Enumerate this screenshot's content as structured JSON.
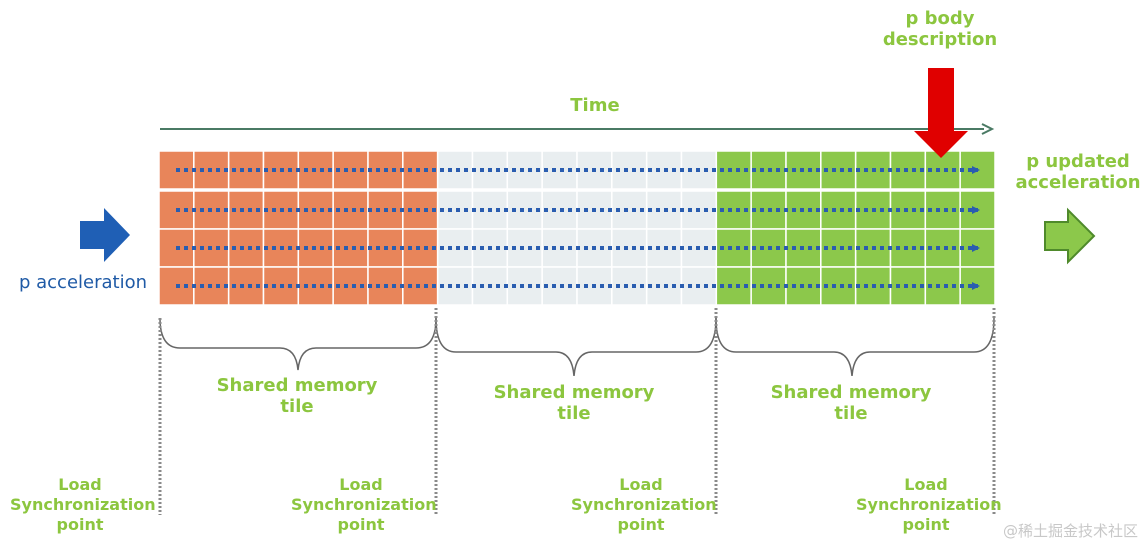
{
  "labels": {
    "time": "Time",
    "p_body_description": [
      "p body",
      "description"
    ],
    "p_updated_acceleration": [
      "p updated",
      "acceleration"
    ],
    "p_acceleration": "p acceleration",
    "shared_memory_tile": [
      "Shared memory",
      "tile"
    ],
    "load_sync_point": [
      "Load",
      "Synchronization",
      "point"
    ]
  },
  "grid": {
    "rows": 4,
    "columns": 24,
    "segments": [
      {
        "color": "#e8855a",
        "columns": 8
      },
      {
        "color": "#e9eef0",
        "columns": 8
      },
      {
        "color": "#8cc84b",
        "columns": 8
      }
    ]
  },
  "colors": {
    "time_arrow": "#4a7a64",
    "dotted_arrow": "#2a5db0",
    "input_arrow": "#1f5fb5",
    "output_arrow_fill": "#8cc84b",
    "output_arrow_stroke": "#4f8a2b",
    "red_arrow": "#e00000",
    "brace": "#666666",
    "sync_line": "#8a8a8a"
  },
  "watermark": "@稀土掘金技术社区"
}
